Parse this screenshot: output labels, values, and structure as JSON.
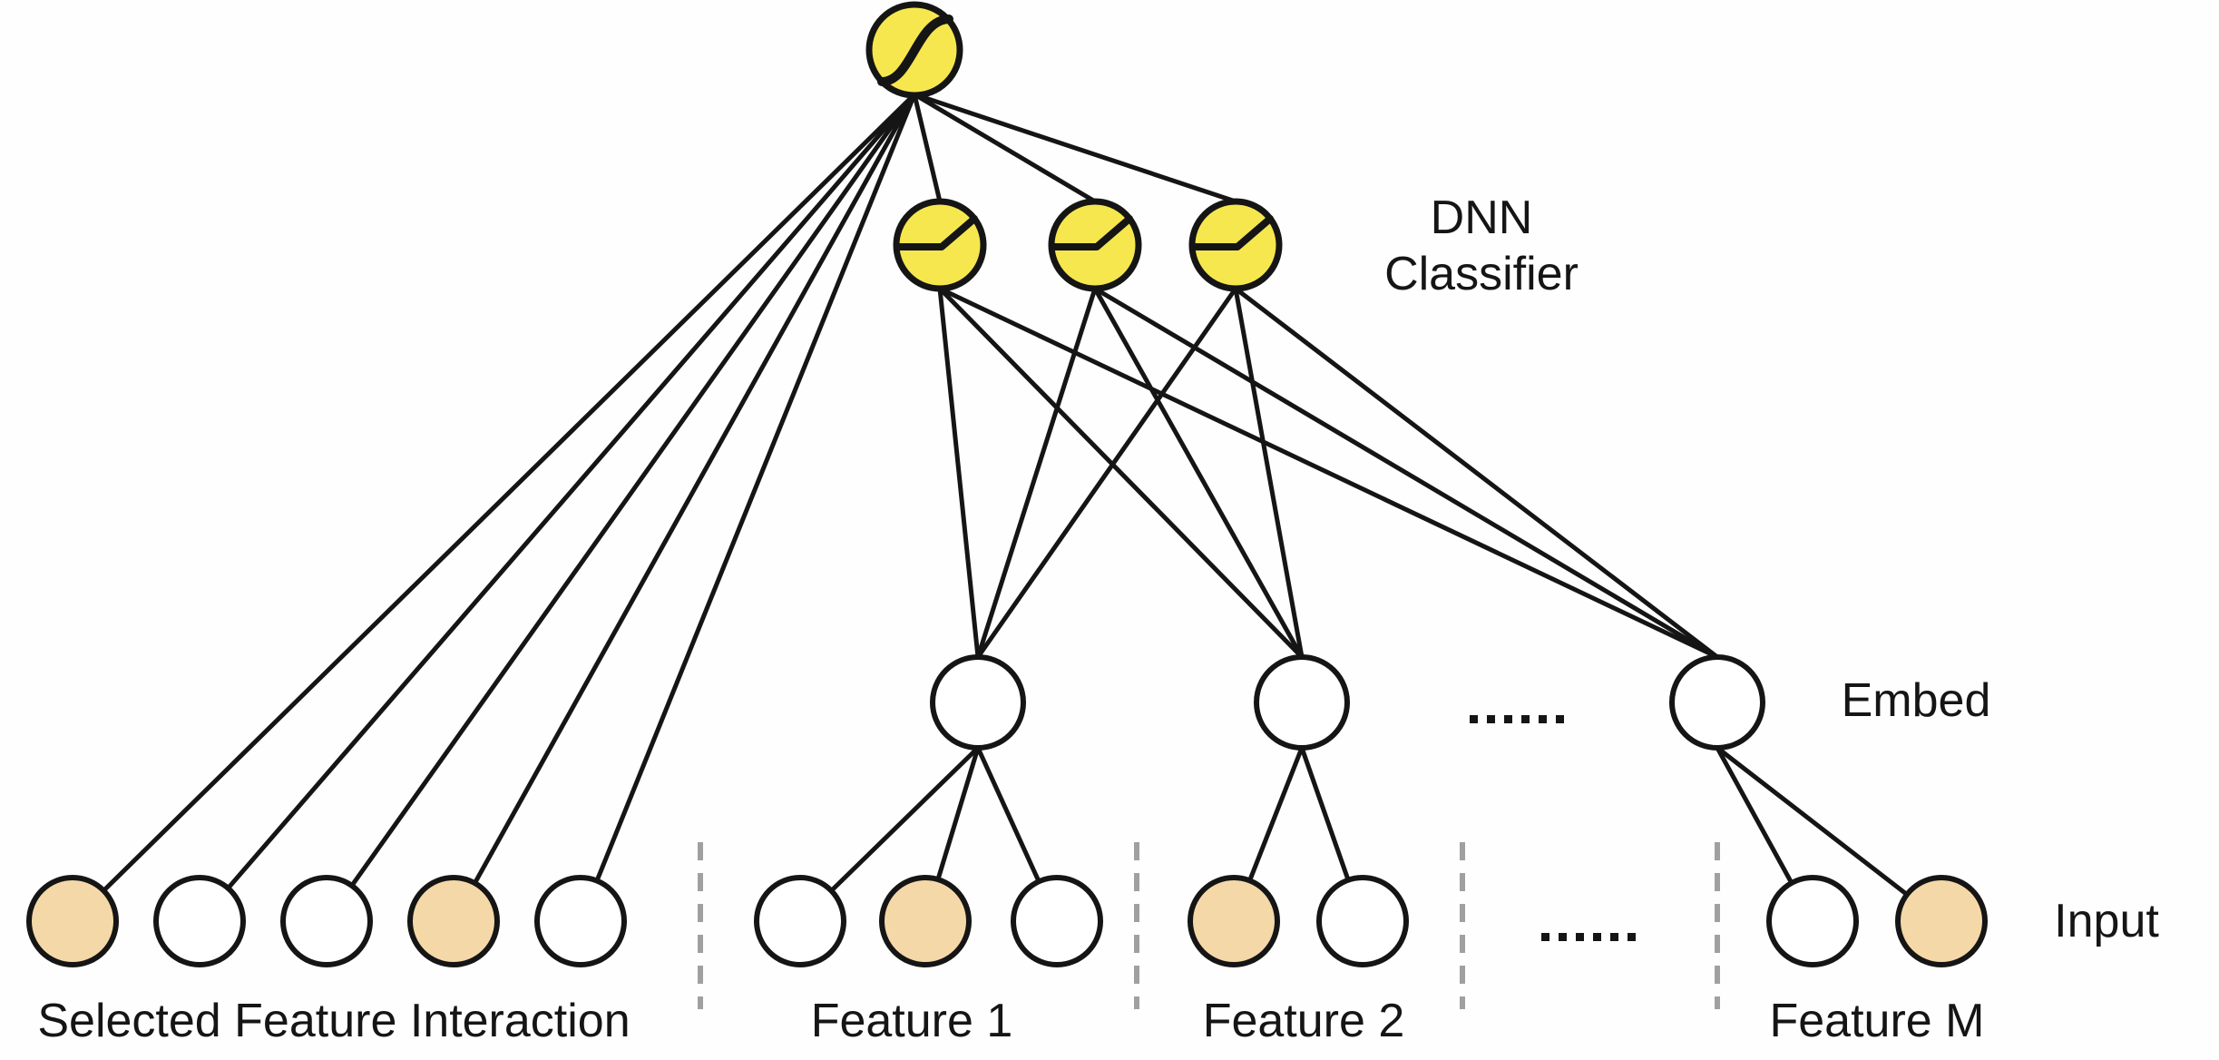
{
  "labels": {
    "dnn_line1": "DNN",
    "dnn_line2": "Classifier",
    "embed": "Embed",
    "input": "Input",
    "group_selected": "Selected Feature Interaction",
    "group_feature1": "Feature 1",
    "group_feature2": "Feature 2",
    "group_featureM": "Feature M"
  },
  "ellipsis": {
    "embed_row": "......",
    "input_row": "......"
  },
  "colors": {
    "bg": "#fefefe",
    "node-yellow": "#f6e74e",
    "node-orange": "#f5d8a8",
    "node-white": "#ffffff",
    "edge-black": "#151515",
    "dash-gray": "#a0a0a0",
    "text-black": "#151515"
  },
  "layers": {
    "output": {
      "count": 1,
      "fill": "yellow",
      "glyph": "sigmoid-curve"
    },
    "hidden": {
      "count": 3,
      "fill": "yellow",
      "glyph": "relu-curve"
    },
    "embed": {
      "count": 3,
      "fill": "white"
    },
    "input_groups": [
      {
        "label": "Selected Feature Interaction",
        "nodes": [
          "orange",
          "white",
          "white",
          "orange",
          "white"
        ]
      },
      {
        "label": "Feature 1",
        "nodes": [
          "white",
          "orange",
          "white"
        ]
      },
      {
        "label": "Feature 2",
        "nodes": [
          "orange",
          "white"
        ]
      },
      {
        "label": "Feature M",
        "nodes": [
          "white",
          "orange"
        ]
      }
    ]
  }
}
